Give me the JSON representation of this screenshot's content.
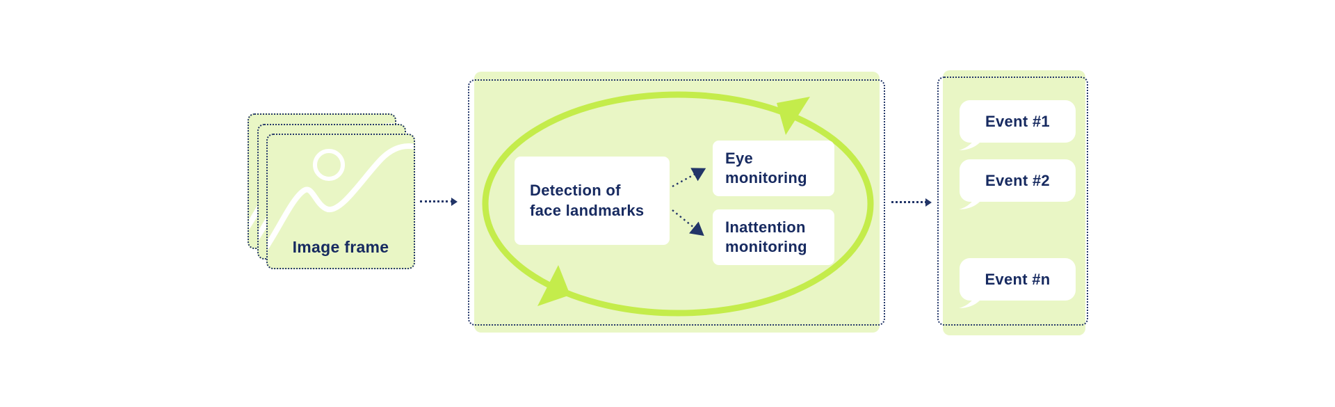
{
  "colors": {
    "panel_fill": "#e9f6c5",
    "loop_green": "#c4ec4b",
    "border_navy": "#223568",
    "text_navy": "#172a60",
    "box_white": "#ffffff"
  },
  "icons": {
    "input_art": "image-placeholder-icon (white circle + wavy line)",
    "loop": "cycle-loop-arrow-icon (lime ellipse with two arrowheads, clockwise)",
    "flow_arrows": "dotted-flow-arrow-icon (navy dotted line with solid head)",
    "bubble_tail": "speech-bubble-tail"
  },
  "diagram": {
    "input": {
      "label": "Image frame"
    },
    "process": {
      "detection_label": "Detection of\nface landmarks",
      "outputs": [
        {
          "label": "Eye\nmonitoring"
        },
        {
          "label": "Inattention\nmonitoring"
        }
      ]
    },
    "events": [
      {
        "label": "Event #1"
      },
      {
        "label": "Event #2"
      },
      {
        "label": "Event #n"
      }
    ]
  }
}
